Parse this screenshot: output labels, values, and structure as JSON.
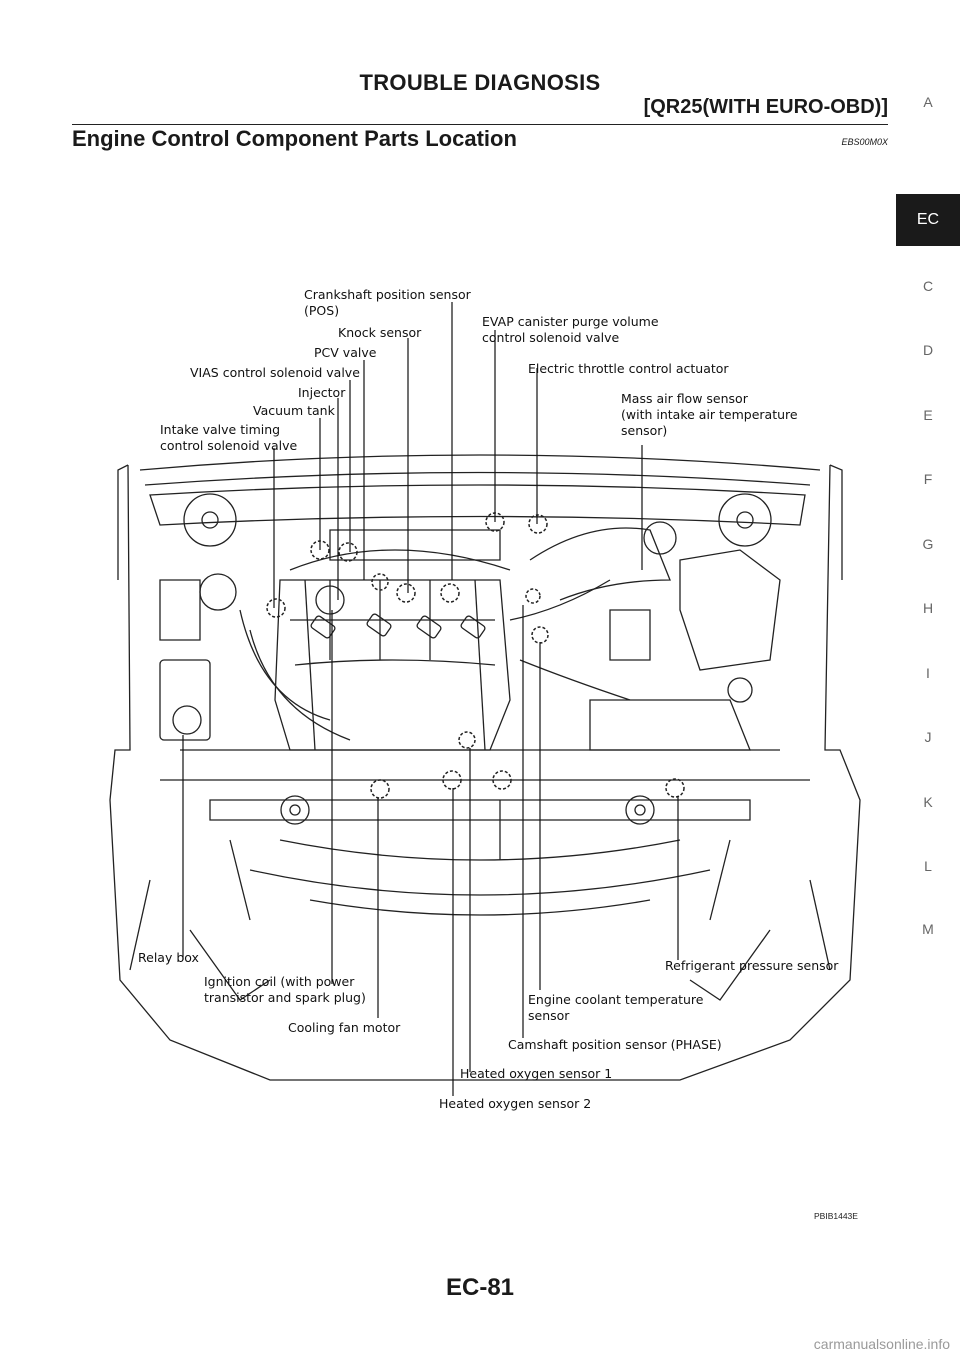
{
  "header": {
    "title": "TROUBLE DIAGNOSIS",
    "subtitle": "[QR25(WITH EURO-OBD)]"
  },
  "section": {
    "title": "Engine Control Component Parts Location",
    "code": "EBS00M0X"
  },
  "side_tabs": [
    "A",
    "EC",
    "C",
    "D",
    "E",
    "F",
    "G",
    "H",
    "I",
    "J",
    "K",
    "L",
    "M"
  ],
  "active_tab": "EC",
  "figure": {
    "code": "PBIB1443E",
    "labels": {
      "crankshaft_pos": "Crankshaft position sensor\n(POS)",
      "knock": "Knock sensor",
      "pcv": "PCV valve",
      "vias": "VIAS control solenoid valve",
      "injector": "Injector",
      "vacuum": "Vacuum tank",
      "intake_valve": "Intake valve timing\ncontrol solenoid valve",
      "evap": "EVAP canister purge volume\ncontrol solenoid valve",
      "throttle": "Electric throttle control actuator",
      "maf": "Mass air flow sensor\n(with intake air temperature\nsensor)",
      "relay": "Relay box",
      "ignition": "Ignition coil (with power\ntransistor and spark plug)",
      "cooling_fan": "Cooling fan motor",
      "refrigerant": "Refrigerant pressure sensor",
      "coolant_temp": "Engine coolant temperature\nsensor",
      "camshaft": "Camshaft position sensor (PHASE)",
      "ho2s1": "Heated oxygen sensor 1",
      "ho2s2": "Heated oxygen sensor 2"
    }
  },
  "footer": {
    "page": "EC-81",
    "watermark": "carmanualsonline.info"
  }
}
